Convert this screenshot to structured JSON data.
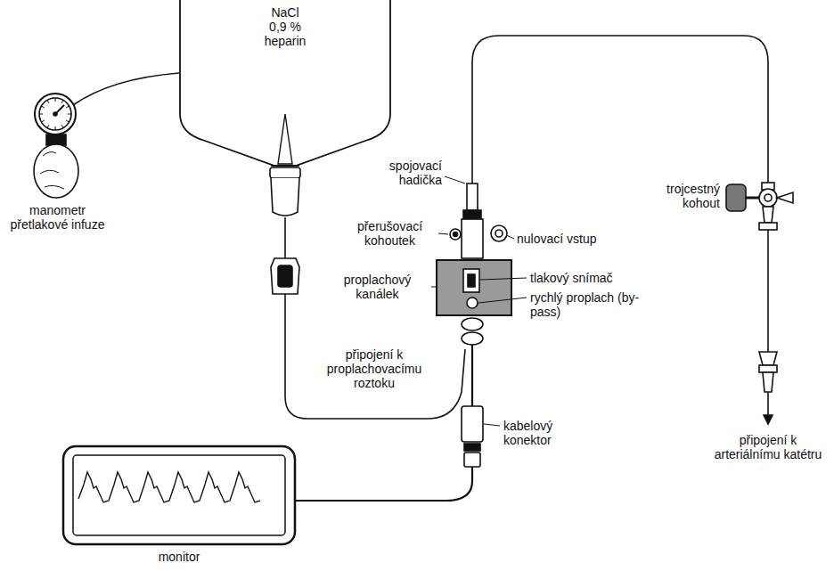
{
  "diagram": {
    "nodes": [
      {
        "text": [
          "NaCl 0,9 % heparin"
        ]
      },
      {
        "text": [
          "monitor"
        ]
      }
    ],
    "labels": [
      "manometr přetlakové infuze",
      "spojovací hadička",
      "přerušovací kohoutek",
      "nulovací vstup",
      "proplachový kanálek",
      "tlakový snímač",
      "rychlý proplach (by-pass)",
      "připojení k proplachovacímu roztoku",
      "kabelový konektor",
      "trojcestný kohout",
      "připojení k arteriálnímu katétru"
    ]
  }
}
